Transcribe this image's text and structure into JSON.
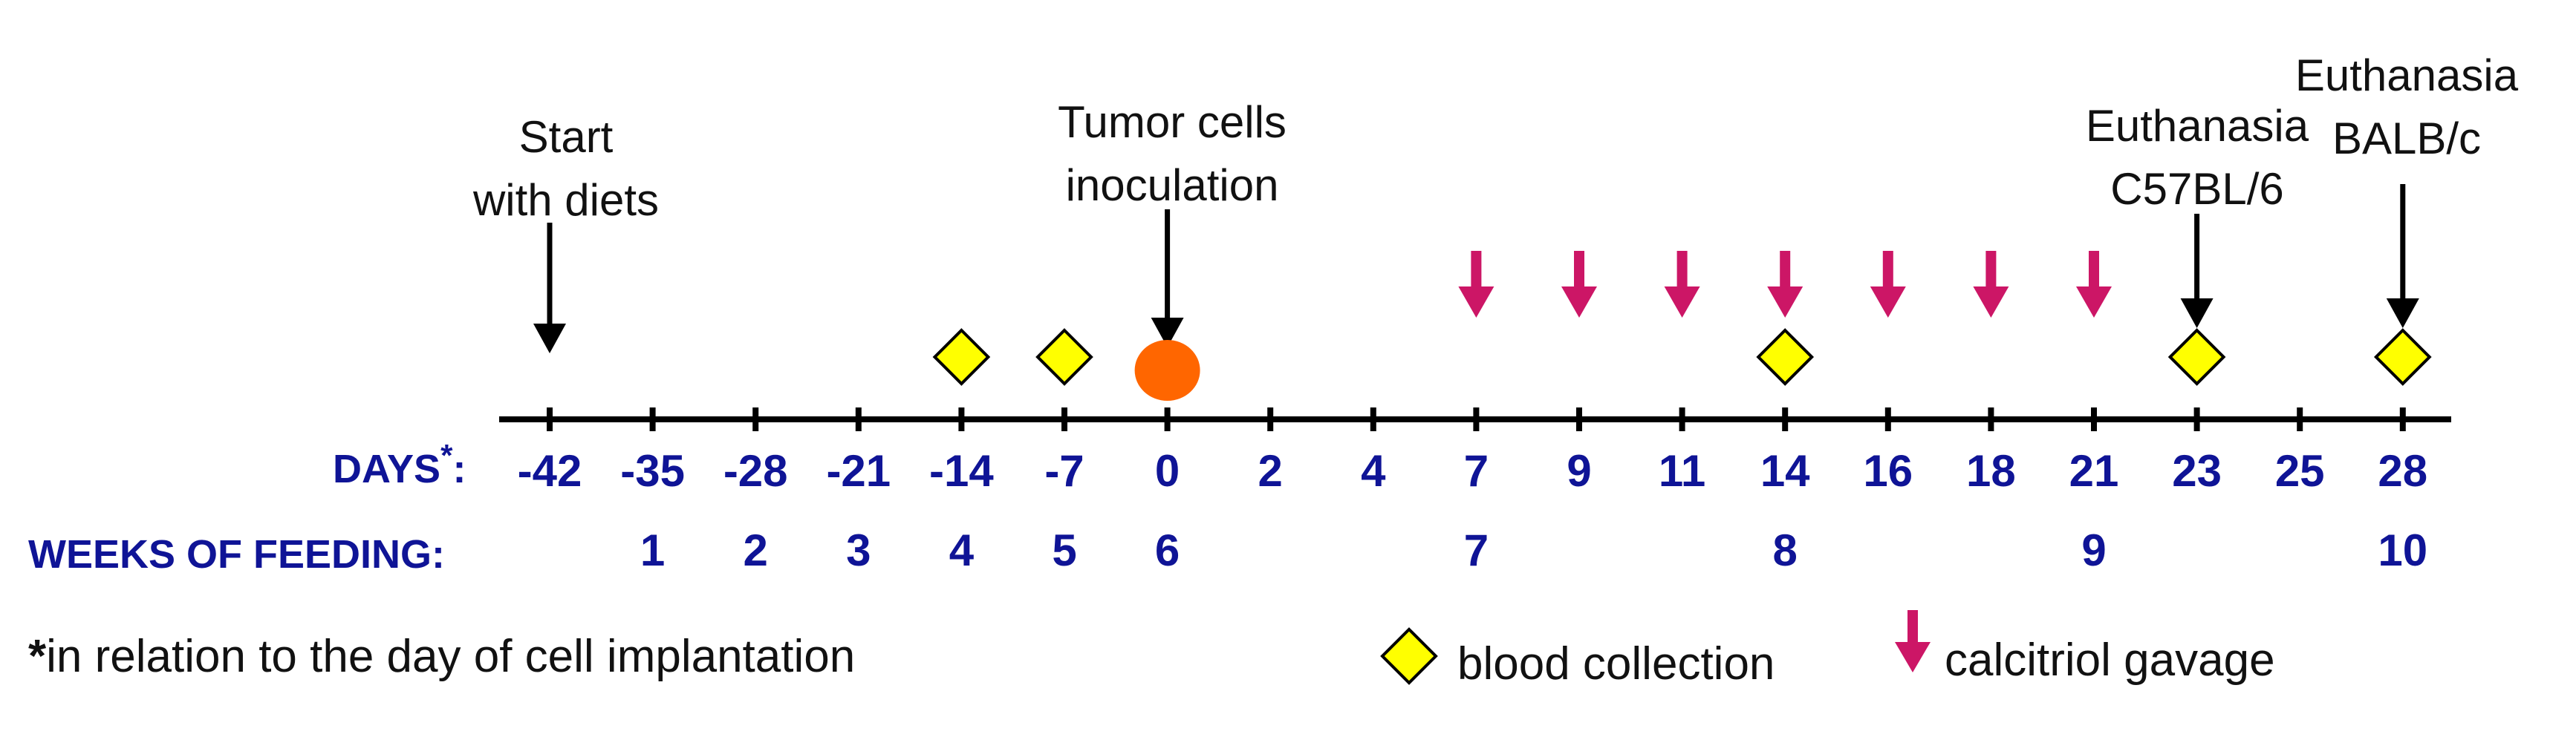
{
  "events": {
    "start": {
      "line1": "Start",
      "line2": "with diets"
    },
    "tumor": {
      "line1": "Tumor cells",
      "line2": "inoculation"
    },
    "euth_c57": {
      "line1": "Euthanasia",
      "line2": "C57BL/6"
    },
    "euth_balb": {
      "line1": "Euthanasia",
      "line2": "BALB/c"
    }
  },
  "days_label": "DAYS",
  "days_star": "*",
  "days_colon": ":",
  "weeks_label": "WEEKS OF FEEDING:",
  "days": [
    "-42",
    "-35",
    "-28",
    "-21",
    "-14",
    "-7",
    "0",
    "2",
    "4",
    "7",
    "9",
    "11",
    "14",
    "16",
    "18",
    "21",
    "23",
    "25",
    "28"
  ],
  "weeks": [
    {
      "value": "1",
      "at": 1
    },
    {
      "value": "2",
      "at": 2
    },
    {
      "value": "3",
      "at": 3
    },
    {
      "value": "4",
      "at": 4
    },
    {
      "value": "5",
      "at": 5
    },
    {
      "value": "6",
      "at": 6
    },
    {
      "value": "7",
      "at": 9
    },
    {
      "value": "8",
      "at": 12
    },
    {
      "value": "9",
      "at": 15
    },
    {
      "value": "10",
      "at": 18
    }
  ],
  "blood_collection_at": [
    4,
    5,
    12,
    16,
    18
  ],
  "gavage_at": [
    9,
    10,
    11,
    12,
    13,
    14,
    15
  ],
  "euthanasia_at": [
    16,
    18
  ],
  "start_at": 0,
  "inoculation_at": 6,
  "colors": {
    "axis": "#000000",
    "blue": "#0f1496",
    "diamond": "#ffff00",
    "gavage": "#cc1666",
    "dot": "#ff6600"
  },
  "footnote": {
    "star": "*",
    "text": "in relation to the day of cell implantation"
  },
  "legend": {
    "blood": "blood collection",
    "gavage": "calcitriol gavage"
  }
}
